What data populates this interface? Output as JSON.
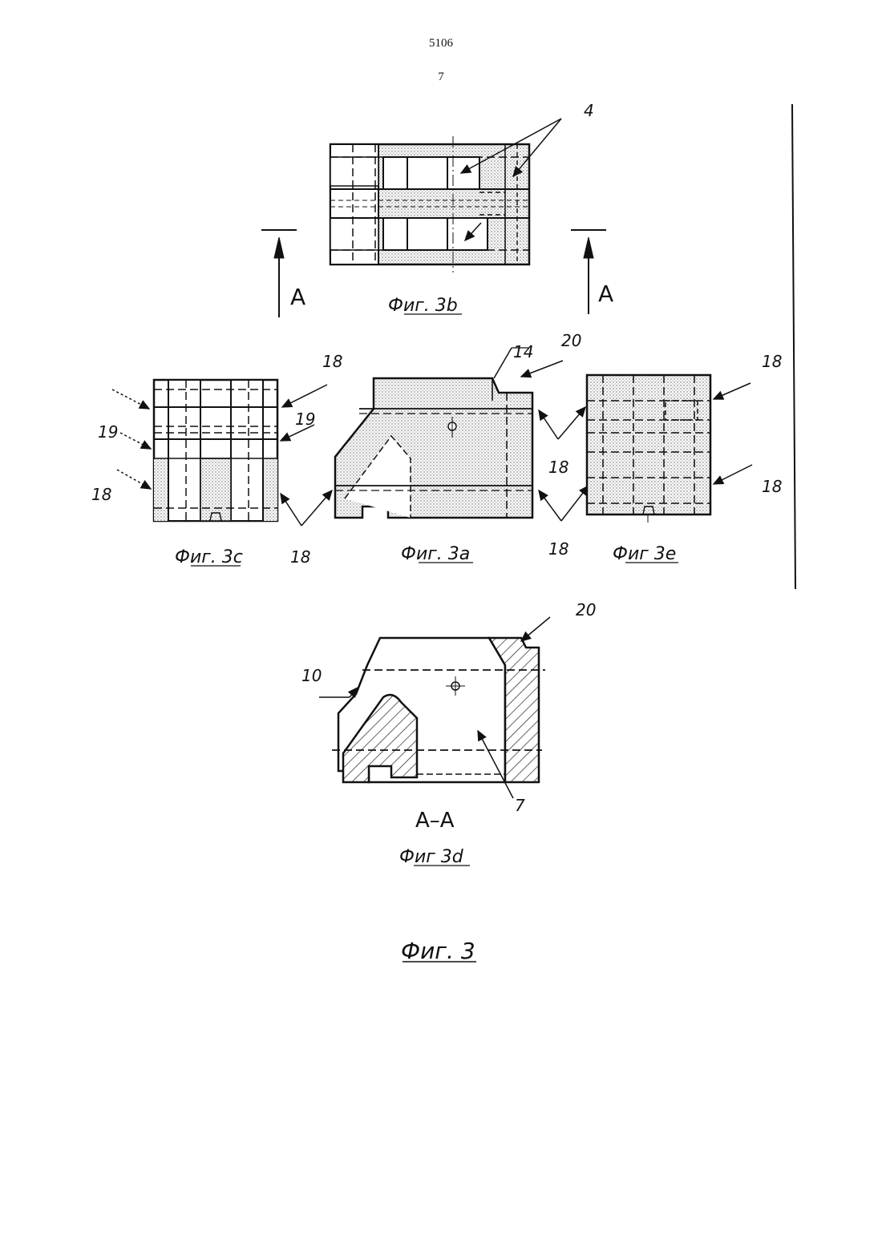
{
  "header": {
    "page_number": "5106",
    "sheet_number": "7"
  },
  "labels": {
    "ref_4": "4",
    "ref_14": "14",
    "ref_20_top": "20",
    "ref_20_section": "20",
    "ref_18_c_top": "18",
    "ref_18_c_left": "18",
    "ref_18_c_bottom": "18",
    "ref_19_left": "19",
    "ref_19_right": "19",
    "ref_18_a_right": "18",
    "ref_18_a_bottom": "18",
    "ref_18_e_top": "18",
    "ref_18_e_bottom": "18",
    "ref_10": "10",
    "ref_7": "7",
    "arrow_a_left": "A",
    "arrow_a_right": "A"
  },
  "captions": {
    "fig_3b": "Фиг. 3b",
    "fig_3c": "Фиг. 3c",
    "fig_3a": "Фиг. 3a",
    "fig_3e": "Фиг 3e",
    "section_aa": "A–A",
    "fig_3d": "Фиг 3d",
    "fig_3": "Фиг. 3"
  }
}
